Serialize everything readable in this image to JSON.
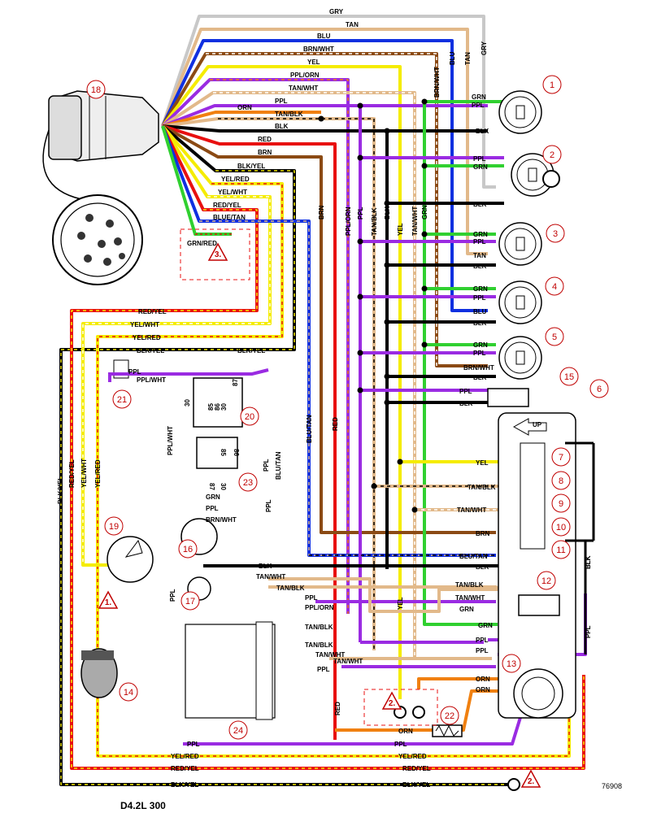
{
  "title": "D4.2L 300",
  "figure_number": "76908",
  "colors": {
    "black": "#000000",
    "grey": "#c8c8c8",
    "tan": "#e2b98a",
    "blue": "#1030e0",
    "brown": "#8b4a14",
    "yellow": "#f5ec00",
    "purple": "#9a2be2",
    "orange": "#f08010",
    "red": "#e81010",
    "green": "#30d030",
    "callout": "#c00000"
  },
  "harness_wires": [
    {
      "label": "GRY"
    },
    {
      "label": "TAN"
    },
    {
      "label": "BLU"
    },
    {
      "label": "BRN/WHT"
    },
    {
      "label": "YEL"
    },
    {
      "label": "PPL/ORN"
    },
    {
      "label": "TAN/WHT"
    },
    {
      "label": "ORN"
    },
    {
      "label": "PPL"
    },
    {
      "label": "TAN/BLK"
    },
    {
      "label": "BLK"
    },
    {
      "label": "RED"
    },
    {
      "label": "BRN"
    },
    {
      "label": "BLK/YEL"
    },
    {
      "label": "YEL/RED"
    },
    {
      "label": "YEL/WHT"
    },
    {
      "label": "RED/YEL"
    },
    {
      "label": "BLUE/TAN"
    },
    {
      "label": "GRN/RED"
    }
  ],
  "vertical_wires": [
    {
      "label": "BRN"
    },
    {
      "label": "PPL/ORN"
    },
    {
      "label": "PPL"
    },
    {
      "label": "TAN/BLK"
    },
    {
      "label": "BLK"
    },
    {
      "label": "YEL"
    },
    {
      "label": "TAN/WHT"
    },
    {
      "label": "GRN"
    },
    {
      "label": "BRN/WHT"
    },
    {
      "label": "BLU"
    },
    {
      "label": "TAN"
    },
    {
      "label": "GRY"
    },
    {
      "label": "RED"
    },
    {
      "label": "BLU/TAN"
    },
    {
      "label": "PPL"
    },
    {
      "label": "BLK"
    }
  ],
  "gauge_wires": [
    {
      "label": "GRN"
    },
    {
      "label": "PPL"
    },
    {
      "label": "BLK"
    },
    {
      "label": "PPL"
    },
    {
      "label": "GRN"
    },
    {
      "label": "BLK"
    },
    {
      "label": "GRN"
    },
    {
      "label": "PPL"
    },
    {
      "label": "TAN"
    },
    {
      "label": "BLK"
    },
    {
      "label": "GRN"
    },
    {
      "label": "PPL"
    },
    {
      "label": "BLU"
    },
    {
      "label": "BLK"
    },
    {
      "label": "GRN"
    },
    {
      "label": "PPL"
    },
    {
      "label": "BRN/WHT"
    },
    {
      "label": "BLK"
    },
    {
      "label": "PPL"
    },
    {
      "label": "BLK"
    }
  ],
  "panel_wires": [
    {
      "label": "YEL"
    },
    {
      "label": "TAN/BLK"
    },
    {
      "label": "TAN/WHT"
    },
    {
      "label": "BRN"
    },
    {
      "label": "BLU/TAN"
    },
    {
      "label": "BLK"
    },
    {
      "label": "GRN"
    }
  ],
  "lower_wires": [
    {
      "label": "RED/YEL"
    },
    {
      "label": "YEL/WHT"
    },
    {
      "label": "YEL/RED"
    },
    {
      "label": "BLK/YEL"
    },
    {
      "label": "BLK/YEL"
    },
    {
      "label": "PPL"
    },
    {
      "label": "PPL/WHT"
    },
    {
      "label": "GRN"
    },
    {
      "label": "PPL"
    },
    {
      "label": "BRN/WHT"
    },
    {
      "label": "BLK"
    },
    {
      "label": "TAN/WHT"
    },
    {
      "label": "TAN/BLK"
    },
    {
      "label": "PPL"
    },
    {
      "label": "PPL/ORN"
    },
    {
      "label": "TAN/BLK"
    },
    {
      "label": "TAN/BLK"
    },
    {
      "label": "TAN/WHT"
    },
    {
      "label": "TAN/WHT"
    },
    {
      "label": "PPL"
    },
    {
      "label": "TAN/BLK"
    },
    {
      "label": "TAN/WHT"
    },
    {
      "label": "GRN"
    },
    {
      "label": "PPL"
    },
    {
      "label": "PPL"
    },
    {
      "label": "ORN"
    },
    {
      "label": "ORN"
    },
    {
      "label": "ORN"
    },
    {
      "label": "PPL"
    },
    {
      "label": "PPL"
    },
    {
      "label": "YEL/RED"
    },
    {
      "label": "YEL/RED"
    },
    {
      "label": "RED/YEL"
    },
    {
      "label": "RED/YEL"
    },
    {
      "label": "BLK/YEL"
    },
    {
      "label": "BLK/YEL"
    },
    {
      "label": "PPL/WHT"
    },
    {
      "label": "PPL"
    },
    {
      "label": "BLK/YEL"
    },
    {
      "label": "RED/YEL"
    },
    {
      "label": "YEL/WHT"
    },
    {
      "label": "YEL/RED"
    },
    {
      "label": "BLK"
    },
    {
      "label": "PPL"
    },
    {
      "label": "PPL"
    },
    {
      "label": "BLU/TAN"
    },
    {
      "label": "RED"
    },
    {
      "label": "YEL"
    }
  ],
  "relay_pins": [
    {
      "label": "85"
    },
    {
      "label": "86"
    },
    {
      "label": "30"
    },
    {
      "label": "87"
    },
    {
      "label": "30"
    }
  ],
  "relay2_pins": [
    {
      "label": "85"
    },
    {
      "label": "86"
    },
    {
      "label": "30"
    },
    {
      "label": "87"
    }
  ],
  "callouts": [
    {
      "label": "1"
    },
    {
      "label": "2"
    },
    {
      "label": "3"
    },
    {
      "label": "4"
    },
    {
      "label": "5"
    },
    {
      "label": "6"
    },
    {
      "label": "7"
    },
    {
      "label": "8"
    },
    {
      "label": "9"
    },
    {
      "label": "10"
    },
    {
      "label": "11"
    },
    {
      "label": "12"
    },
    {
      "label": "13"
    },
    {
      "label": "14"
    },
    {
      "label": "15"
    },
    {
      "label": "16"
    },
    {
      "label": "17"
    },
    {
      "label": "18"
    },
    {
      "label": "19"
    },
    {
      "label": "20"
    },
    {
      "label": "21"
    },
    {
      "label": "22"
    },
    {
      "label": "23"
    },
    {
      "label": "24"
    }
  ],
  "warnings": [
    {
      "label": "1."
    },
    {
      "label": "2."
    },
    {
      "label": "2."
    },
    {
      "label": "3."
    }
  ],
  "up_label": "UP"
}
